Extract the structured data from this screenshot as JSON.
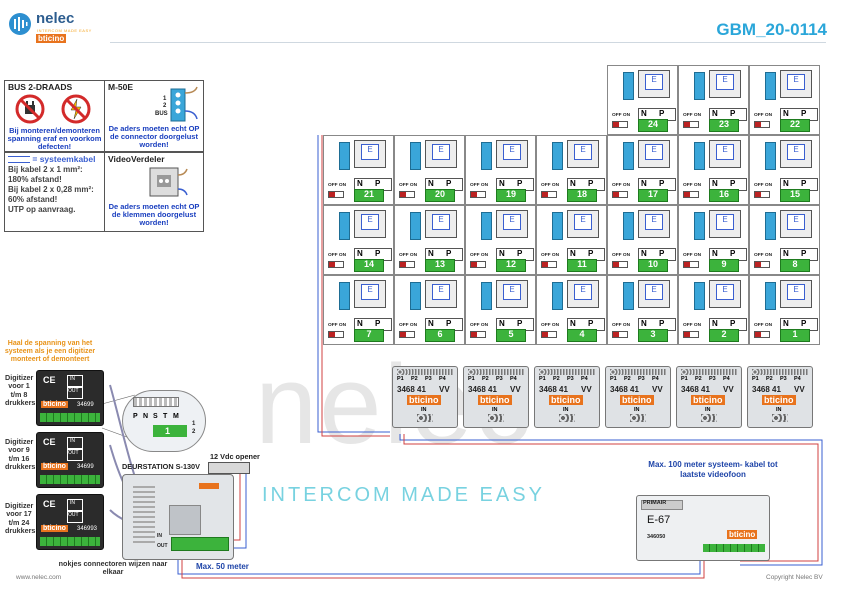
{
  "header": {
    "brand": "nelec",
    "tagline": "INTERCOM MADE EASY",
    "sub_brand": "bticino",
    "doc_id": "GBM_20-0114"
  },
  "notes": {
    "bus_title": "BUS 2-DRAADS",
    "bus_warning": "Bij monteren/demonteren spanning eraf en voorkom defecten!",
    "m50e_title": "M-50E",
    "m50e_terminals": [
      "1",
      "2",
      "BUS"
    ],
    "m50e_warning": "De aders moeten echt OP de connector doorgelust worden!",
    "cable_title": "= systeemkabel",
    "cable_text": [
      "Bij kabel 2 x 1 mm²:",
      "180% afstand!",
      "Bij kabel 2 x 0,28 mm²:",
      "60% afstand!",
      "UTP op aanvraag."
    ],
    "vv_title": "VideoVerdeler",
    "vv_warning": "De aders moeten echt OP de klemmen doorgelust worden!"
  },
  "left": {
    "power_note": "Haal de spanning van het systeem als je een digitizer monteert of demonteert",
    "digitizers": [
      {
        "label": "Digitizer voor 1 t/m 8 drukkers",
        "code": "34699"
      },
      {
        "label": "Digitizer voor 9 t/m 16 drukkers",
        "code": "34699"
      },
      {
        "label": "Digitizer voor 17 t/m 24 drukkers",
        "code": "346993"
      }
    ],
    "deurstation": "DEURSTATION S-130V",
    "opener": "12 Vdc opener",
    "connector_note": "nokjes connectoren wijzen naar elkaar",
    "max_50": "Max. 50 meter",
    "website": "www.nelec.com",
    "in_label": "IN",
    "out_label": "OUT"
  },
  "zoom_panel": {
    "letters": [
      "P",
      "N",
      "S",
      "T",
      "M"
    ],
    "number": "1",
    "small": [
      "1",
      "2"
    ]
  },
  "monitors": {
    "screen_letter": "E",
    "off_on": "OFF ON",
    "n": "N",
    "p": "P",
    "rows": [
      [
        "24",
        "23",
        "22"
      ],
      [
        "21",
        "20",
        "19",
        "18",
        "17",
        "16",
        "15"
      ],
      [
        "14",
        "13",
        "12",
        "11",
        "10",
        "9",
        "8"
      ],
      [
        "7",
        "6",
        "5",
        "4",
        "3",
        "2",
        "1"
      ]
    ]
  },
  "distributor": {
    "ports": [
      "P1",
      "P2",
      "P3",
      "P4"
    ],
    "model": "3468 41",
    "vv": "VV",
    "brand": "bticino",
    "in": "IN",
    "count": 6
  },
  "power_supply": {
    "header": "PRIMAIR",
    "model": "E-67",
    "code": "346050",
    "brand": "bticino"
  },
  "footer": {
    "max_100": "Max. 100 meter systeem- kabel tot laatste videofoon",
    "copyright": "Copyright Nelec BV"
  },
  "colors": {
    "accent": "#2aa6d9",
    "green": "#3cb33c",
    "red": "#d32a2a",
    "wire_blue": "#3a5fd0",
    "wire_red": "#d04040"
  }
}
